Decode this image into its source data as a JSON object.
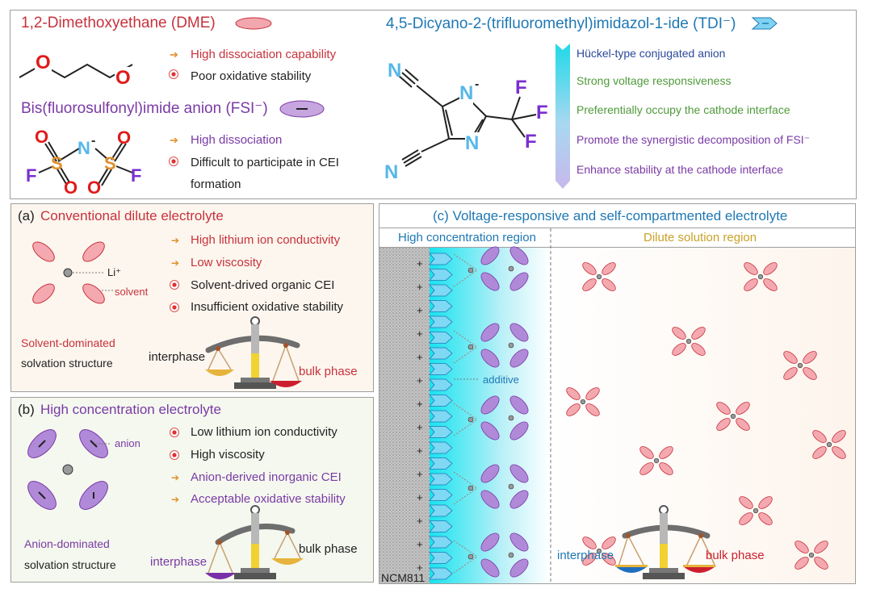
{
  "colors": {
    "dme_red": "#c8323c",
    "fsi_purple": "#7a3aa6",
    "tdi_blue": "#1f78b4",
    "dark": "#222222",
    "green": "#4f9a3a",
    "gold": "#c9a227"
  },
  "top_left": {
    "dme_title": "1,2-Dimethoxyethane (DME)",
    "dme_props": [
      {
        "bullet": "arrow",
        "text": "High dissociation capability"
      },
      {
        "bullet": "dot",
        "text": "Poor oxidative stability"
      }
    ],
    "fsi_title": "Bis(fluorosulfonyl)imide anion (FSI⁻)",
    "fsi_props": [
      {
        "bullet": "arrow",
        "text": "High dissociation"
      },
      {
        "bullet": "dot",
        "text": "Difficult to participate in CEI"
      },
      {
        "bullet": "none",
        "text": "formation"
      }
    ],
    "atoms": {
      "O": "O",
      "N": "N",
      "S": "S",
      "F": "F",
      "minus": "-"
    }
  },
  "top_right": {
    "tdi_title": "4,5-Dicyano-2-(trifluoromethyl)imidazol-1-ide (TDI⁻)",
    "tdi_props": [
      "Hückel-type conjugated anion",
      "Strong voltage responsiveness",
      "Preferentially occupy the cathode interface",
      "Promote the synergistic decomposition of FSI⁻",
      "Enhance stability at the cathode interface"
    ],
    "prop_colors": [
      "#2b4a9a",
      "#4f9a3a",
      "#4f9a3a",
      "#7a3aa6",
      "#7a3aa6"
    ]
  },
  "panel_a": {
    "label": "(a)",
    "title": "Conventional dilute electrolyte",
    "li_label": "Li⁺",
    "solvent_label": "solvent",
    "props": [
      {
        "bullet": "arrow",
        "text": "High lithium ion conductivity",
        "color": "#c8323c"
      },
      {
        "bullet": "arrow",
        "text": "Low viscosity",
        "color": "#c8323c"
      },
      {
        "bullet": "dot",
        "text": "Solvent-drived organic CEI",
        "color": "#222222"
      },
      {
        "bullet": "dot",
        "text": "Insufficient oxidative stability",
        "color": "#222222"
      }
    ],
    "structure_line1": "Solvent-dominated",
    "structure_line2": "solvation structure",
    "interphase": "interphase",
    "bulk": "bulk phase"
  },
  "panel_b": {
    "label": "(b)",
    "title": "High concentration electrolyte",
    "anion_label": "anion",
    "props": [
      {
        "bullet": "dot",
        "text": "Low lithium ion conductivity",
        "color": "#222222"
      },
      {
        "bullet": "dot",
        "text": "High viscosity",
        "color": "#222222"
      },
      {
        "bullet": "arrow",
        "text": "Anion-derived inorganic CEI",
        "color": "#7a3aa6"
      },
      {
        "bullet": "arrow",
        "text": "Acceptable oxidative stability",
        "color": "#7a3aa6"
      }
    ],
    "structure_line1": "Anion-dominated",
    "structure_line2": "solvation structure",
    "interphase": "interphase",
    "bulk": "bulk phase"
  },
  "panel_c": {
    "title": "(c) Voltage-responsive and self-compartmented electrolyte",
    "region_high": "High concentration region",
    "region_dilute": "Dilute solution region",
    "additive_label": "additive",
    "electrode_label": "NCM811",
    "plus": "+",
    "interphase": "interphase",
    "bulk": "bulk phase"
  }
}
